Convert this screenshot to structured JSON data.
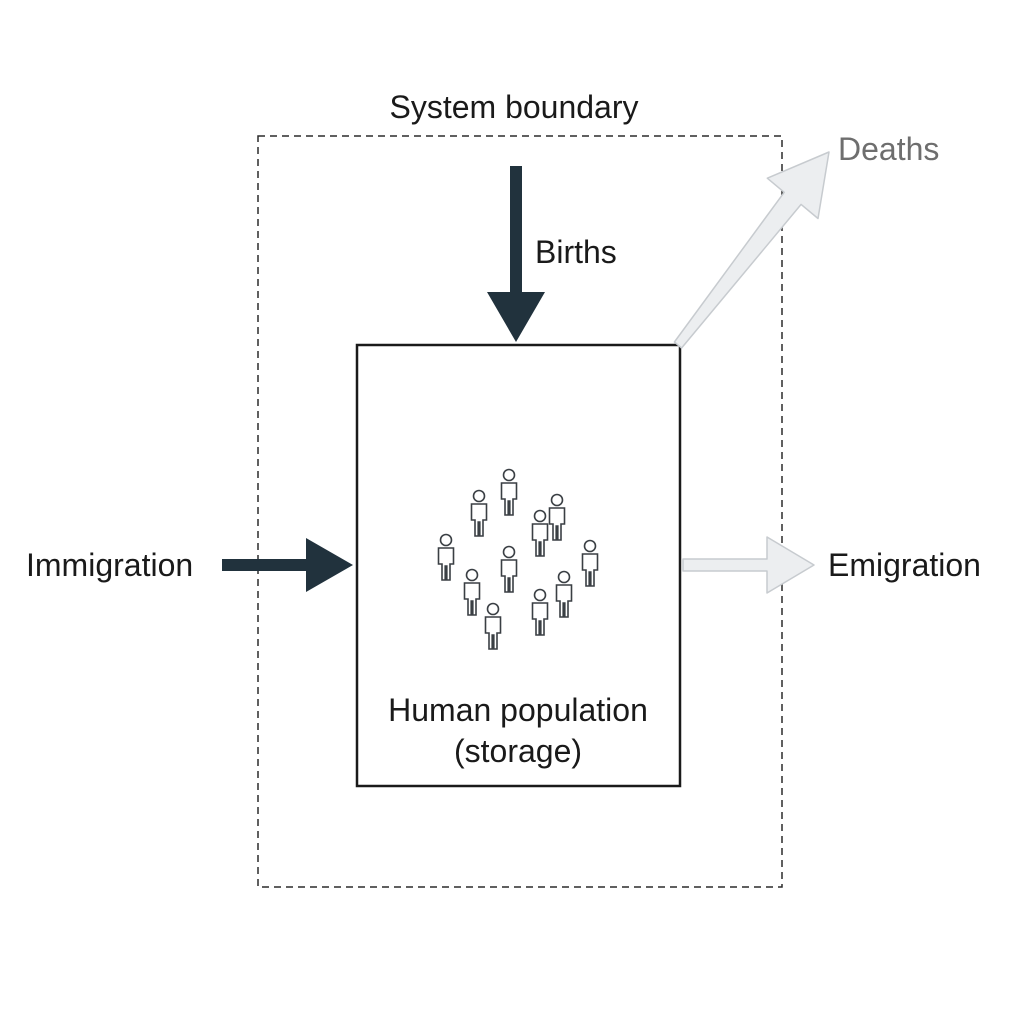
{
  "diagram": {
    "boundary_label": "System boundary",
    "storage_label_line1": "Human population",
    "storage_label_line2": "(storage)",
    "flows": {
      "births": "Births",
      "deaths": "Deaths",
      "immigration": "Immigration",
      "emigration": "Emigration"
    },
    "icons": {
      "population": "people-group-icon",
      "person": "person-icon"
    },
    "colors": {
      "inflow": "#21323d",
      "outflow_fill": "#eceef0",
      "outflow_stroke": "#c7cbcf",
      "muted_text": "#6e6e6e",
      "text": "#1a1a1a"
    }
  }
}
